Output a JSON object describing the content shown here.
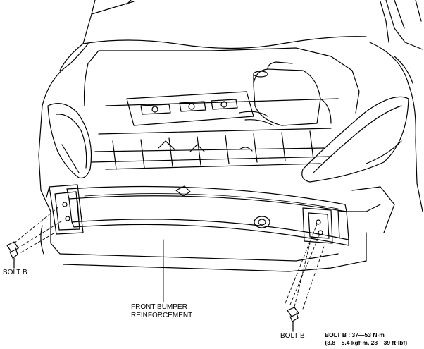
{
  "labels": {
    "bolt_left": "BOLT B",
    "bolt_right": "BOLT B",
    "reinforcement_line1": "FRONT BUMPER",
    "reinforcement_line2": "REINFORCEMENT"
  },
  "spec": {
    "line1": "BOLT B : 37—53 N·m",
    "line2": "{3.8—5.4 kgf·m, 28—39 ft·lbf}"
  }
}
